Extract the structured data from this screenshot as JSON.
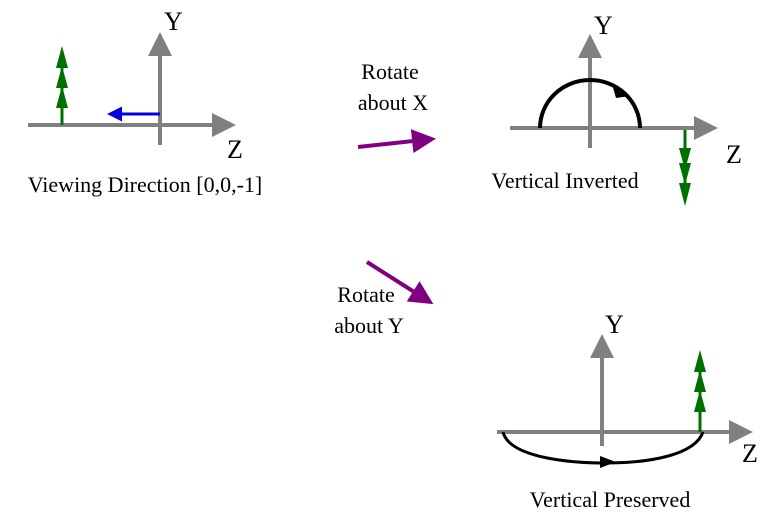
{
  "panels": {
    "original": {
      "y_label": "Y",
      "z_label": "Z",
      "caption": "Viewing Direction [0,0,-1]"
    },
    "rotate_x": {
      "y_label": "Y",
      "z_label": "Z",
      "caption": "Vertical Inverted"
    },
    "rotate_y": {
      "y_label": "Y",
      "z_label": "Z",
      "caption": "Vertical Preserved"
    }
  },
  "transitions": {
    "x": {
      "line1": "Rotate",
      "line2": "about X"
    },
    "y": {
      "line1": "Rotate",
      "line2": "about Y"
    }
  },
  "colors": {
    "axis": "#808080",
    "up_vector": "#007000",
    "view_vector": "#0000e0",
    "transition": "#800080",
    "arc": "#000000"
  }
}
